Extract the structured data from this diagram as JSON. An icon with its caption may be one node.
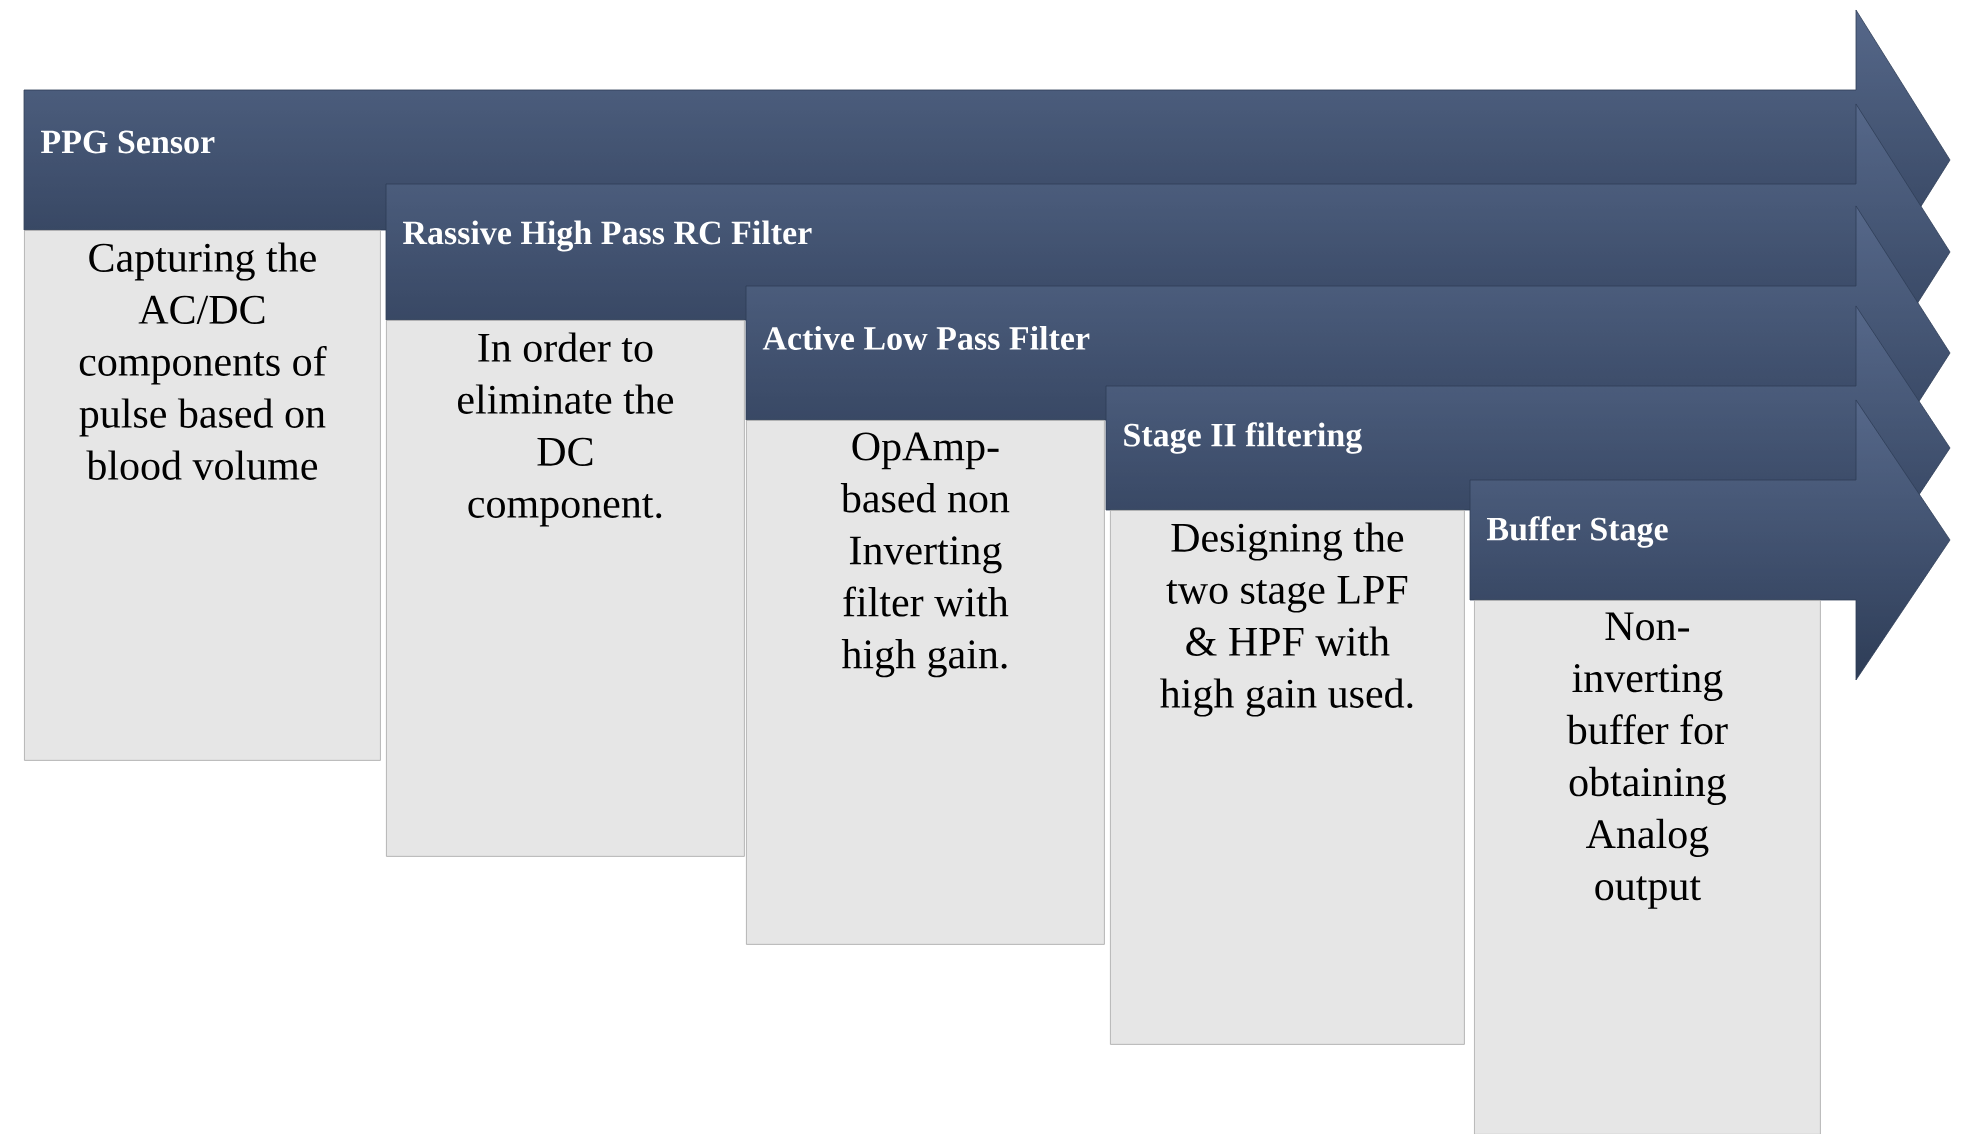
{
  "diagram": {
    "nodes": [
      {
        "text": [
          "PPG Sensor"
        ]
      },
      {
        "text": [
          "Capturing the AC/DC components of pulse based on blood volume"
        ]
      },
      {
        "text": [
          "Rassive High Pass RC Filter"
        ]
      },
      {
        "text": [
          "In order to eliminate the DC component."
        ]
      },
      {
        "text": [
          "Active Low Pass Filter"
        ]
      },
      {
        "text": [
          "OpAmp-based non Inverting filter with high gain."
        ]
      },
      {
        "text": [
          "Stage II filtering"
        ]
      },
      {
        "text": [
          "Designing the two stage LPF & HPF with high gain used."
        ]
      },
      {
        "text": [
          "Buffer Stage"
        ]
      },
      {
        "text": [
          "Non-inverting buffer for obtaining Analog output"
        ]
      }
    ]
  }
}
